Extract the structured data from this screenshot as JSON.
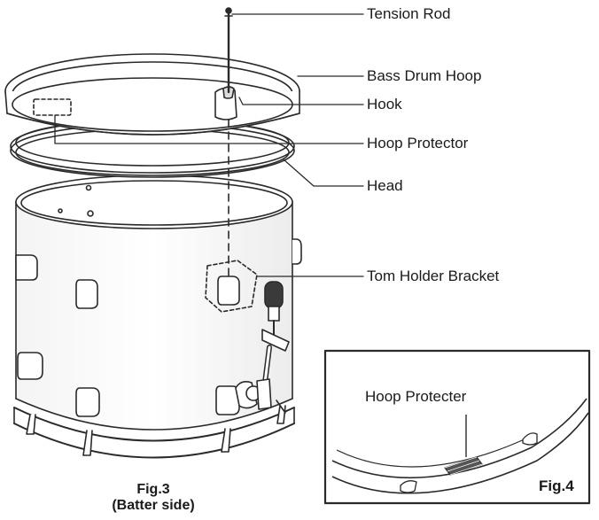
{
  "callouts": {
    "tension_rod": "Tension Rod",
    "bass_drum_hoop": "Bass Drum Hoop",
    "hook": "Hook",
    "hoop_protector": "Hoop Protector",
    "head": "Head",
    "tom_holder_bracket": "Tom Holder Bracket"
  },
  "inset": {
    "label": "Hoop Protecter",
    "figure": "Fig.4"
  },
  "caption": {
    "figure": "Fig.3",
    "side": "(Batter side)"
  },
  "colors": {
    "line": "#2a2a2a",
    "fill": "#ffffff",
    "shade": "#9a9a9a"
  }
}
